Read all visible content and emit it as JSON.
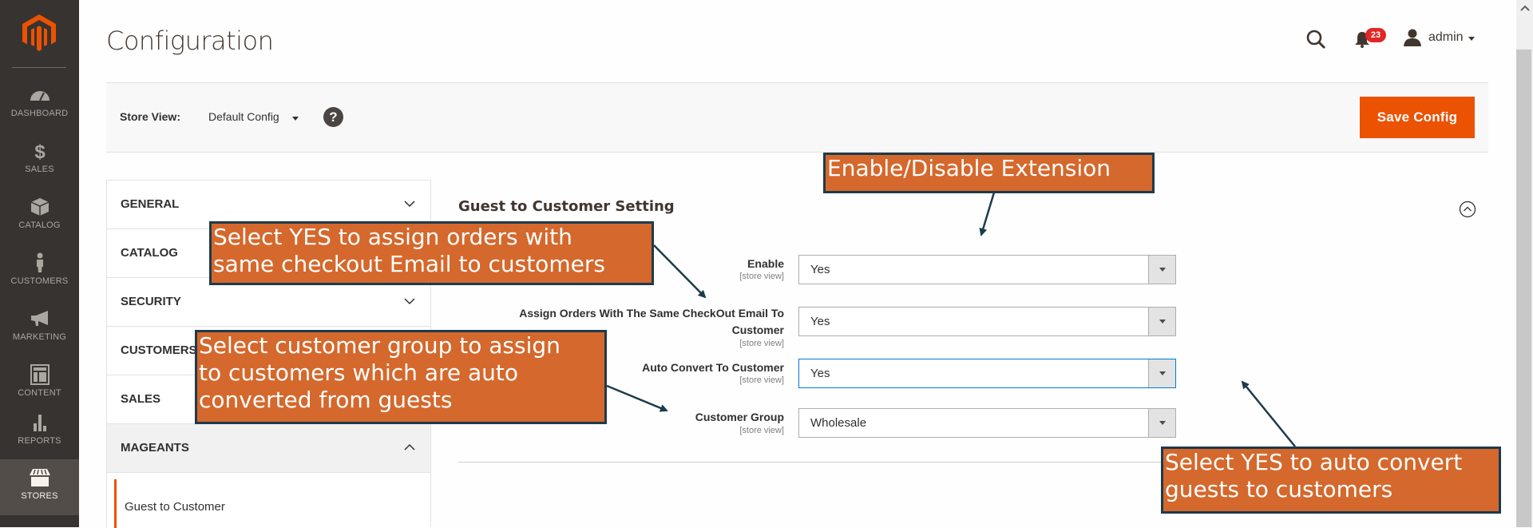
{
  "sidebar": {
    "items": [
      {
        "label": "DASHBOARD",
        "icon": "dashboard-gauge-icon"
      },
      {
        "label": "SALES",
        "icon": "dollar-icon"
      },
      {
        "label": "CATALOG",
        "icon": "box-icon"
      },
      {
        "label": "CUSTOMERS",
        "icon": "person-icon"
      },
      {
        "label": "MARKETING",
        "icon": "megaphone-icon"
      },
      {
        "label": "CONTENT",
        "icon": "layout-icon"
      },
      {
        "label": "REPORTS",
        "icon": "bar-chart-icon"
      },
      {
        "label": "STORES",
        "icon": "storefront-icon",
        "active": true
      }
    ]
  },
  "header": {
    "title": "Configuration",
    "notifications_count": "23",
    "user": "admin"
  },
  "store_bar": {
    "label": "Store View:",
    "value": "Default Config",
    "help": "?",
    "save_label": "Save Config"
  },
  "config_nav": {
    "sections": [
      {
        "label": "GENERAL",
        "state": "collapsed"
      },
      {
        "label": "CATALOG",
        "state": "collapsed"
      },
      {
        "label": "SECURITY",
        "state": "collapsed"
      },
      {
        "label": "CUSTOMERS",
        "state": "collapsed"
      },
      {
        "label": "SALES",
        "state": "collapsed"
      },
      {
        "label": "MAGEANTS",
        "state": "expanded"
      }
    ],
    "active_item": "Guest to Customer"
  },
  "form": {
    "section_title": "Guest to Customer Setting",
    "fields": [
      {
        "label": "Enable",
        "scope": "[store view]",
        "value": "Yes"
      },
      {
        "label_line1": "Assign Orders With The Same CheckOut Email To",
        "label_line2": "Customer",
        "scope": "[store view]",
        "value": "Yes"
      },
      {
        "label": "Auto Convert To Customer",
        "scope": "[store view]",
        "value": "Yes"
      },
      {
        "label": "Customer Group",
        "scope": "[store view]",
        "value": "Wholesale"
      }
    ]
  },
  "annotations": {
    "enable": "Enable/Disable Extension",
    "assign_line1": "Select YES to assign orders with",
    "assign_line2": "same checkout Email to customers",
    "group_line1": "Select customer group to assign",
    "group_line2": "to customers which are auto",
    "group_line3": "converted from guests",
    "convert_line1": "Select YES to auto convert",
    "convert_line2": "guests to customers"
  },
  "colors": {
    "sidebar_bg": "#373330",
    "accent": "#eb5202",
    "annotation_fill": "#d5682c",
    "annotation_border": "#1d3b4c",
    "focus_border": "#007bdb"
  }
}
